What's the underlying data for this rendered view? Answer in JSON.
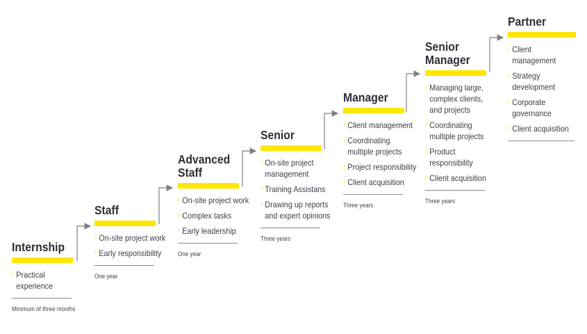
{
  "stages": [
    {
      "title_lines": [
        "Internship"
      ],
      "items": [
        [
          "Practical",
          "experience"
        ]
      ],
      "duration": "Minimum of three months"
    },
    {
      "title_lines": [
        "Staff"
      ],
      "items": [
        [
          "On-site project work"
        ],
        [
          "Early responsibility"
        ]
      ],
      "duration": "One year"
    },
    {
      "title_lines": [
        "Advanced",
        "Staff"
      ],
      "items": [
        [
          "On-site project work"
        ],
        [
          "Complex tasks"
        ],
        [
          "Early leadership"
        ]
      ],
      "duration": "One year"
    },
    {
      "title_lines": [
        "Senior"
      ],
      "items": [
        [
          "On-site project",
          "management"
        ],
        [
          "Training Assistans"
        ],
        [
          "Drawing up reports",
          "and expert opinions"
        ]
      ],
      "duration": "Three years"
    },
    {
      "title_lines": [
        "Manager"
      ],
      "items": [
        [
          "Client management"
        ],
        [
          "Coordinating",
          "multiple projects"
        ],
        [
          "Project responsibility"
        ],
        [
          "Client acquisition"
        ]
      ],
      "duration": "Three years"
    },
    {
      "title_lines": [
        "Senior",
        "Manager"
      ],
      "items": [
        [
          "Managing large,",
          "complex clients,",
          "and projects"
        ],
        [
          "Coordinating",
          "multiple projects"
        ],
        [
          "Product",
          "responsibility"
        ],
        [
          "Client acquisition"
        ]
      ],
      "duration": "Three years"
    },
    {
      "title_lines": [
        "Partner"
      ],
      "items": [
        [
          "Client",
          "management"
        ],
        [
          "Strategy",
          "development"
        ],
        [
          "Corporate",
          "governance"
        ],
        [
          "Client acquisition"
        ]
      ],
      "duration": ""
    }
  ],
  "colors": {
    "accent": "#ffe600",
    "title": "#2e2e38",
    "connector": "#7f7f7f",
    "rule": "#8a8a8a"
  }
}
